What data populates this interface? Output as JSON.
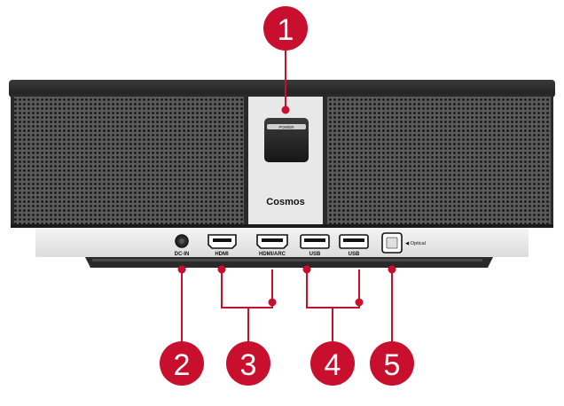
{
  "product": {
    "brand_label": "Cosmos",
    "power_label": "POWER"
  },
  "ports": [
    {
      "id": "dc-in",
      "label": "DC-IN"
    },
    {
      "id": "hdmi-1",
      "label": "HDMI"
    },
    {
      "id": "hdmi-2",
      "label": "HDMI/ARC"
    },
    {
      "id": "usb-1",
      "label": "USB"
    },
    {
      "id": "usb-2",
      "label": "USB"
    },
    {
      "id": "optical",
      "label": "◀ Optical"
    }
  ],
  "callouts": [
    {
      "number": "1"
    },
    {
      "number": "2"
    },
    {
      "number": "3"
    },
    {
      "number": "4"
    },
    {
      "number": "5"
    }
  ],
  "colors": {
    "callout": "#c8102e",
    "body": "#2b2b2b",
    "grille": "#1a1a1a",
    "panel": "#eeeeee"
  }
}
